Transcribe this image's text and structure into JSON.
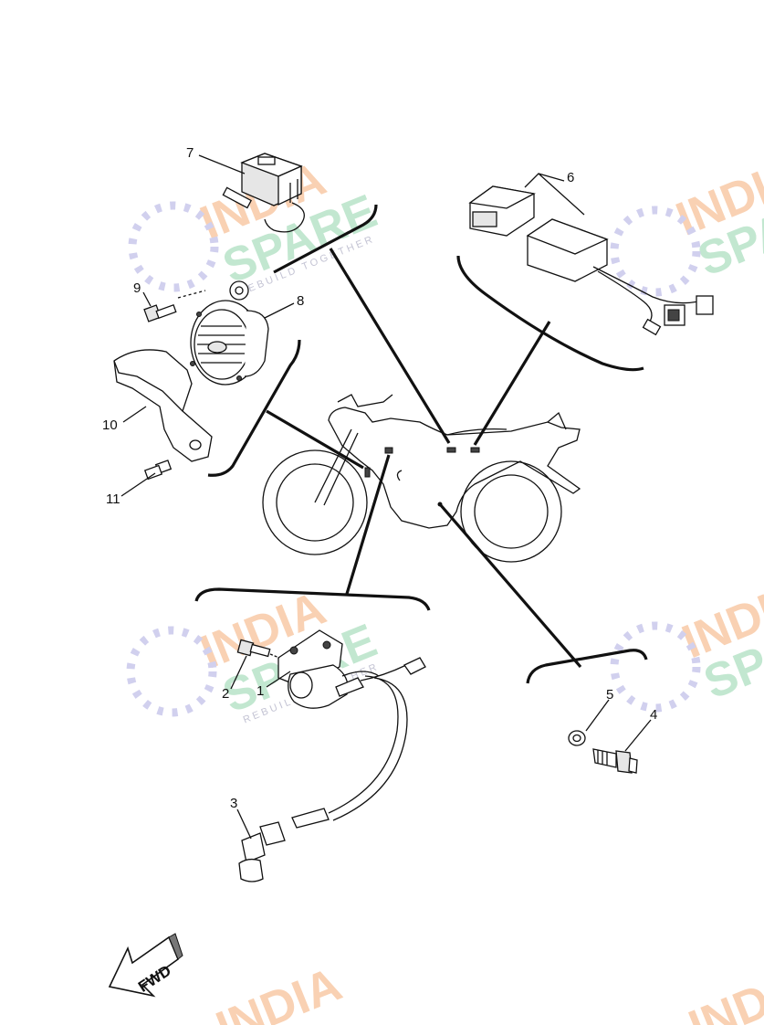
{
  "callouts": [
    {
      "id": "1",
      "label": "1"
    },
    {
      "id": "2",
      "label": "2"
    },
    {
      "id": "3",
      "label": "3"
    },
    {
      "id": "4",
      "label": "4"
    },
    {
      "id": "5",
      "label": "5"
    },
    {
      "id": "6",
      "label": "6"
    },
    {
      "id": "7",
      "label": "7"
    },
    {
      "id": "8",
      "label": "8"
    },
    {
      "id": "9",
      "label": "9"
    },
    {
      "id": "10",
      "label": "10"
    },
    {
      "id": "11",
      "label": "11"
    }
  ],
  "direction_arrow": {
    "label": "FWD"
  },
  "watermark": {
    "line1": "INDIA",
    "line2": "SPARE",
    "tagline": "REBUILD TOGETHER",
    "colors": {
      "orange": "#f8c9a6",
      "green": "#b8e3c8",
      "blue": "#c9c8ec"
    }
  }
}
